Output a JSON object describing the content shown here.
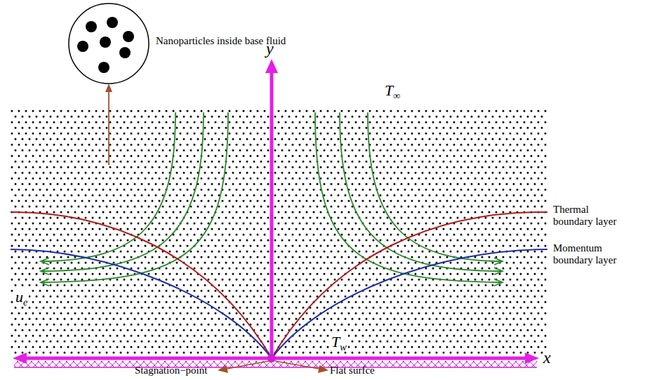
{
  "diagram": {
    "labels": [
      "Nanoparticles inside base fluid",
      "y",
      "T∞",
      "Thermal boundary layer",
      "Momentum boundary layer",
      "ue",
      "Tw",
      "x",
      "Stagnation−point",
      "Flat surfce"
    ]
  }
}
